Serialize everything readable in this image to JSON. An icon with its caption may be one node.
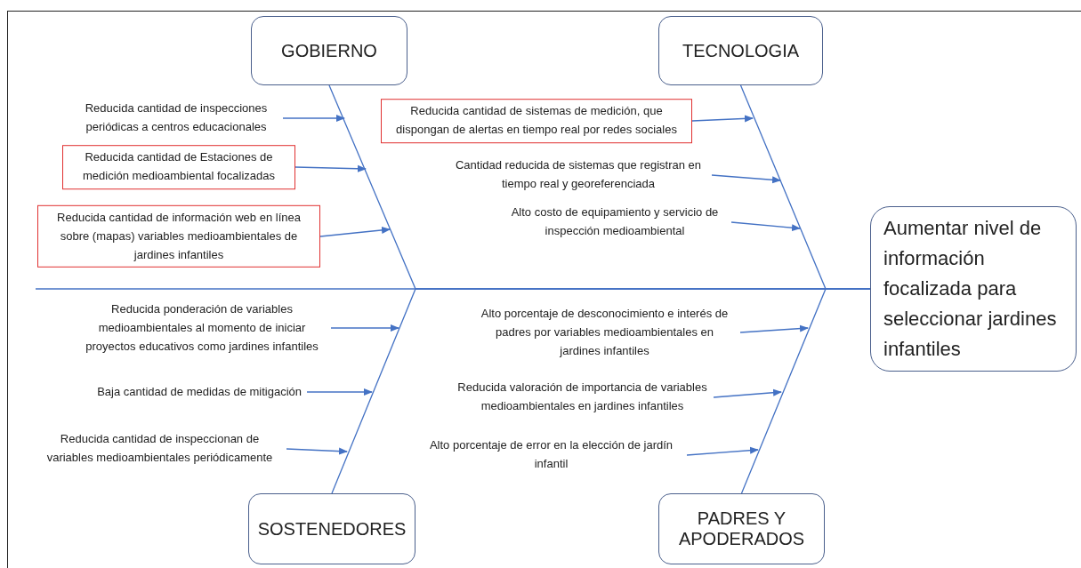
{
  "diagram": {
    "nodes": [
      {
        "text": [
          "GOBIERNO"
        ]
      },
      {
        "text": [
          "TECNOLOGIA"
        ]
      },
      {
        "text": [
          "SOSTENEDORES"
        ]
      },
      {
        "text": [
          "PADRES Y APODERADOS"
        ]
      },
      {
        "text": [
          "Aumentar nivel de información focalizada para seleccionar jardines infantiles"
        ]
      },
      {
        "text": [
          "Reducida cantidad de inspecciones periódicas a centros educacionales"
        ]
      },
      {
        "text": [
          "Reducida cantidad de Estaciones de medición medioambiental focalizadas"
        ]
      },
      {
        "text": [
          "Reducida cantidad de información web en línea sobre (mapas) variables medioambientales de jardines infantiles"
        ]
      },
      {
        "text": [
          "Reducida cantidad de sistemas de medición, que dispongan de alertas en tiempo real por redes sociales"
        ]
      },
      {
        "text": [
          "Cantidad reducida de sistemas que registran en tiempo real y georeferenciada"
        ]
      },
      {
        "text": [
          "Alto costo de equipamiento y servicio de inspección medioambiental"
        ]
      },
      {
        "text": [
          "Reducida ponderación de variables medioambientales al momento de iniciar proyectos educativos como jardines infantiles"
        ]
      },
      {
        "text": [
          "Baja cantidad de medidas de mitigación"
        ]
      },
      {
        "text": [
          "Reducida cantidad de inspeccionan de variables medioambientales periódicamente"
        ]
      },
      {
        "text": [
          "Alto porcentaje de desconocimiento e interés de padres por variables medioambientales en jardines infantiles"
        ]
      },
      {
        "text": [
          "Reducida valoración de importancia de variables medioambientales en jardines infantiles"
        ]
      },
      {
        "text": [
          "Alto porcentaje de error en la elección de jardín infantil"
        ]
      }
    ],
    "edges": [
      {
        "from": 0,
        "to": 4,
        "arrow": "none"
      },
      {
        "from": 1,
        "to": 4,
        "arrow": "none"
      },
      {
        "from": 2,
        "to": 4,
        "arrow": "none"
      },
      {
        "from": 3,
        "to": 4,
        "arrow": "none"
      },
      {
        "from": 5,
        "to": null,
        "arrow": "to"
      },
      {
        "from": 6,
        "to": null,
        "arrow": "to"
      },
      {
        "from": 7,
        "to": null,
        "arrow": "to"
      },
      {
        "from": 8,
        "to": null,
        "arrow": "to"
      },
      {
        "from": 9,
        "to": null,
        "arrow": "to"
      },
      {
        "from": 10,
        "to": null,
        "arrow": "to"
      },
      {
        "from": 11,
        "to": null,
        "arrow": "to"
      },
      {
        "from": 12,
        "to": null,
        "arrow": "to"
      },
      {
        "from": 13,
        "to": null,
        "arrow": "to"
      },
      {
        "from": 14,
        "to": null,
        "arrow": "to"
      },
      {
        "from": 15,
        "to": null,
        "arrow": "to"
      },
      {
        "from": 16,
        "to": null,
        "arrow": "to"
      },
      {
        "from": null,
        "to": 4,
        "arrow": "none"
      }
    ]
  }
}
